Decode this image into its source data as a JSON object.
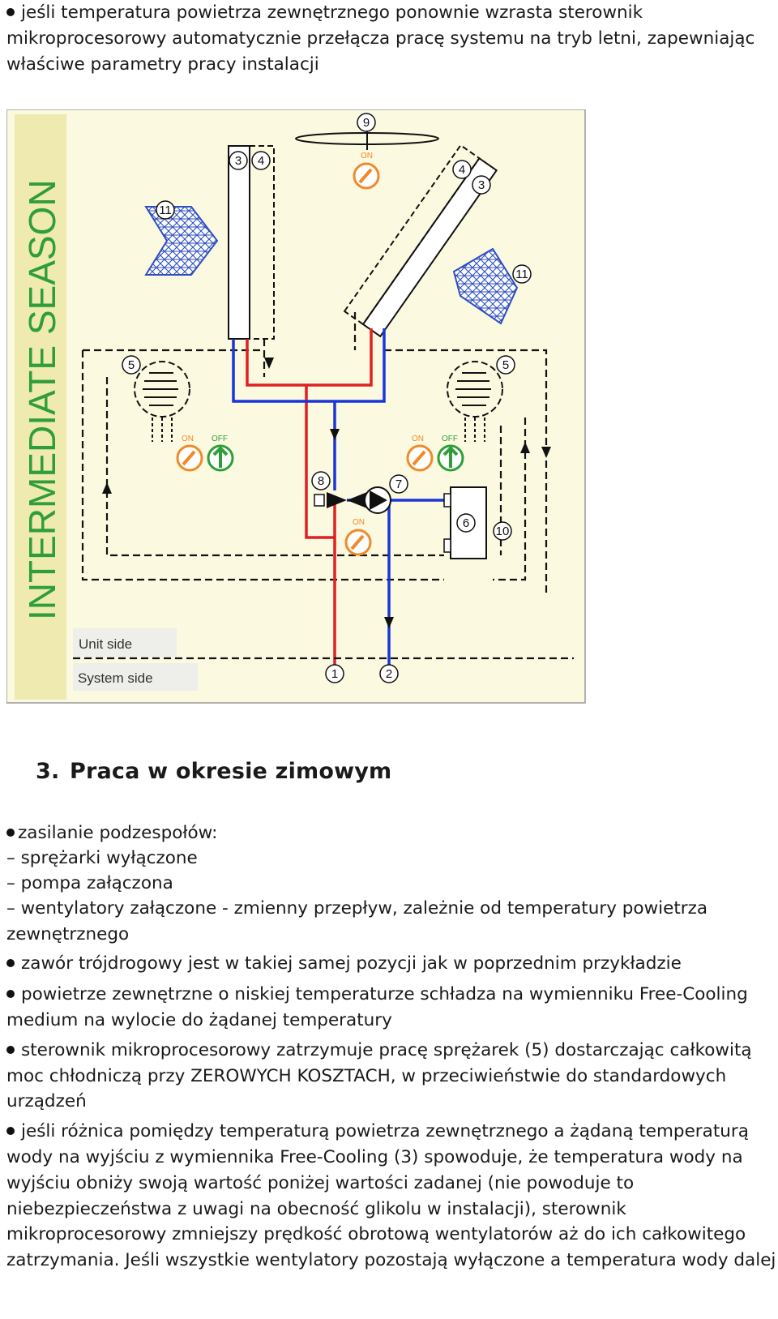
{
  "top_bullet": {
    "line1": "jeśli temperatura powietrza zewnętrznego ponownie wzrasta sterownik",
    "line2": "mikroprocesorowy automatycznie przełącza pracę systemu na tryb letni, zapewniając",
    "line3": "właściwe parametry pracy instalacji"
  },
  "diagram": {
    "season_label": "INTERMEDIATE SEASON",
    "unit_side": "Unit side",
    "system_side": "System side",
    "on": "ON",
    "off": "OFF",
    "numbers": [
      "1",
      "2",
      "3",
      "4",
      "5",
      "6",
      "7",
      "8",
      "9",
      "10",
      "11"
    ],
    "colors": {
      "supply": "#e02020",
      "return": "#1a35d8",
      "fill": "#fbf9e0",
      "season_text": "#2f9e3a",
      "season_band": "#eeeab0",
      "on_badge": "#f08a2a",
      "off_badge": "#2f9e3a",
      "arrow_fill": "#2f4fc0"
    }
  },
  "section": {
    "number": "3.",
    "title": "Praca w okresie zimowym"
  },
  "items": {
    "power": "zasilanie podzespołów:",
    "compressors": "sprężarki wyłączone",
    "pump": "pompa załączona",
    "fans_line1": "wentylatory załączone - zmienny przepływ, zależnie od temperatury powietrza",
    "fans_line2": "zewnętrznego",
    "valve": "zawór trójdrogowy jest w takiej samej pozycji jak w poprzednim przykładzie",
    "air_line1": "powietrze zewnętrzne o niskiej temperaturze schładza na wymienniku Free-Cooling",
    "air_line2": "medium na wylocie do żądanej temperatury",
    "ctrl_line1": "sterownik mikroprocesorowy zatrzymuje pracę sprężarek (5) dostarczając całkowitą",
    "ctrl_line2": "moc chłodniczą przy ZEROWYCH KOSZTACH, w przeciwieństwie do standardowych",
    "ctrl_line3": "urządzeń",
    "diff_line1": "jeśli różnica pomiędzy temperaturą powietrza zewnętrznego a żądaną temperaturą",
    "diff_line2": "wody na wyjściu z wymiennika Free-Cooling (3) spowoduje, że temperatura wody na",
    "diff_line3": "wyjściu obniży swoją wartość poniżej wartości zadanej (nie powoduje to",
    "diff_line4": "niebezpieczeństwa z uwagi na obecność glikolu w instalacji), sterownik",
    "diff_line5": "mikroprocesorowy zmniejszy prędkość obrotową wentylatorów aż do ich całkowitego",
    "diff_line6": "zatrzymania. Jeśli wszystkie wentylatory pozostają wyłączone a temperatura wody dalej"
  }
}
